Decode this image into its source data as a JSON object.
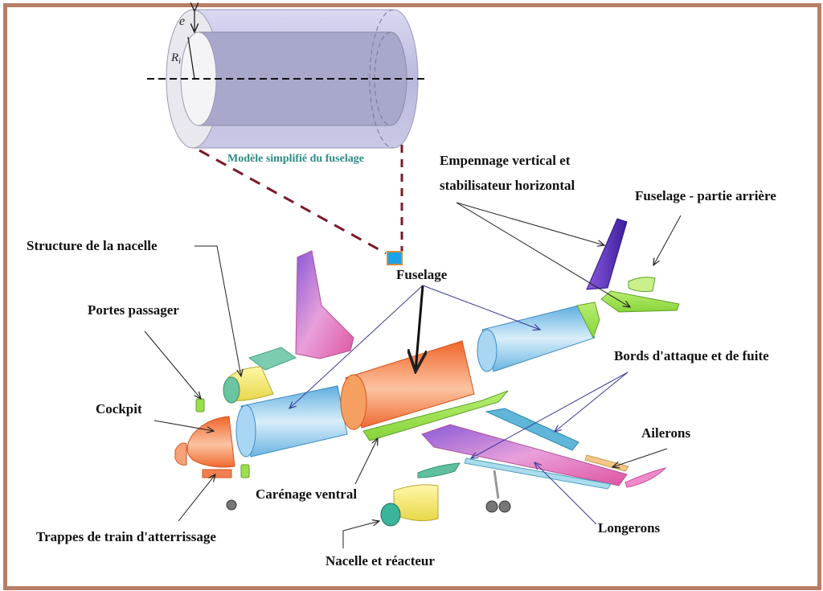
{
  "figure": {
    "title_caption": "Modèle simplifié du fuselage",
    "model_symbols": {
      "thickness": "e",
      "inner_radius": "R",
      "inner_radius_sub": "i"
    },
    "colors": {
      "frame": "#B87E65",
      "caption": "#2E8A86",
      "dashed_link": "#7A1A2A",
      "marker_fill": "#1AA3E8",
      "marker_border": "#D98A3A",
      "cylinder": "#C9C9E6",
      "fuselage_blue": "#7EC0E8",
      "fuselage_orange": "#F27A3A",
      "fairing_green": "#9BE04A",
      "tail_purple": "#5A3DB8",
      "wing_pink": "#E46FB5",
      "nacelle_yellow": "#F4EC7A",
      "engine_teal": "#3AB49A"
    }
  },
  "labels": {
    "empennage_line1": "Empennage vertical et",
    "empennage_line2": "stabilisateur horizontal",
    "fuselage_arriere": "Fuselage - partie arrière",
    "structure_nacelle": "Structure de la nacelle",
    "portes_passager": "Portes passager",
    "fuselage": "Fuselage",
    "cockpit": "Cockpit",
    "bords": "Bords d'attaque et de fuite",
    "ailerons": "Ailerons",
    "carenage": "Carénage ventral",
    "longerons": "Longerons",
    "trappes": "Trappes de train d'atterrissage",
    "nacelle_reacteur": "Nacelle et réacteur"
  }
}
